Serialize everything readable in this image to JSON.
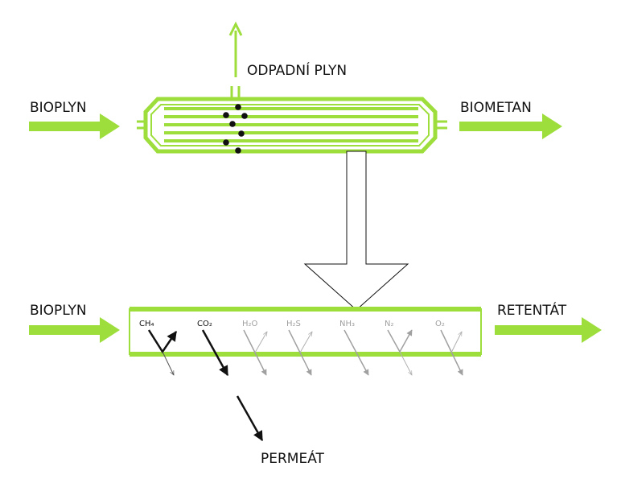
{
  "colors": {
    "accent": "#9ede3c",
    "dark": "#111111",
    "muted": "#a0a0a0",
    "white": "#ffffff"
  },
  "labels": {
    "waste_gas": "ODPADNÍ PLYN",
    "biogas_top": "BIOPLYN",
    "biomethane": "BIOMETAN",
    "biogas_bottom": "BIOPLYN",
    "retentate": "RETENTÁT",
    "permeate": "PERMEÁT"
  },
  "gases": [
    {
      "label": "CH₄",
      "tone": "dark"
    },
    {
      "label": "CO₂",
      "tone": "dark"
    },
    {
      "label": "H₂O",
      "tone": "muted"
    },
    {
      "label": "H₂S",
      "tone": "muted"
    },
    {
      "label": "NH₃",
      "tone": "muted"
    },
    {
      "label": "N₂",
      "tone": "muted"
    },
    {
      "label": "O₂",
      "tone": "muted"
    }
  ]
}
